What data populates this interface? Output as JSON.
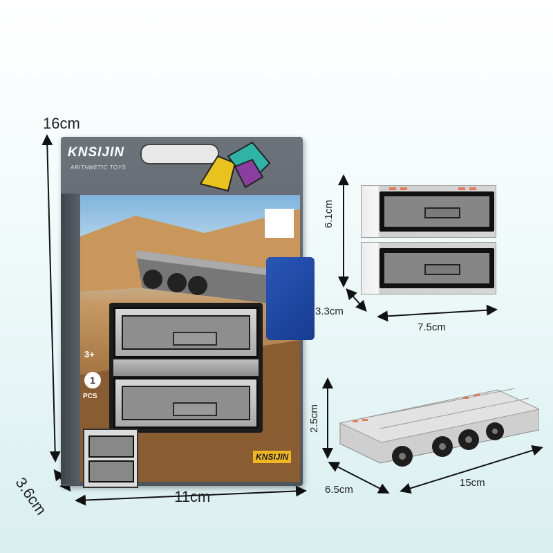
{
  "dimensions": {
    "package_height": "16cm",
    "package_depth": "3.6cm",
    "package_width": "11cm",
    "cube_height": "6.1cm",
    "cube_depth": "3.3cm",
    "cube_width": "7.5cm",
    "vehicle_height": "2.5cm",
    "vehicle_depth": "6.5cm",
    "vehicle_length": "15cm"
  },
  "package": {
    "brand": "KNSIJIN",
    "subtitle": "ARITHMETIC TOYS",
    "brand_bottom": "KNSIJIN",
    "age": "3+",
    "count": "1",
    "pcs": "PCS"
  },
  "colors": {
    "box_gray": "#5d636b",
    "accent_yellow": "#f1b722",
    "robot_blue": "#2a56b8",
    "orange_stripe": "#e07b5a"
  }
}
